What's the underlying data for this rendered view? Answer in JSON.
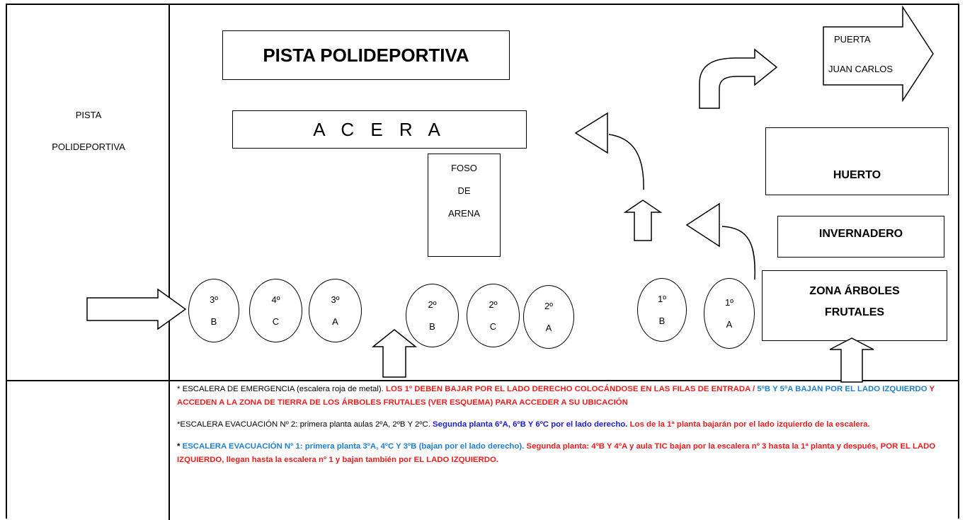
{
  "left_label": {
    "line1": "PISTA",
    "line2": "POLIDEPORTIVA"
  },
  "title_box": "PISTA POLIDEPORTIVA",
  "acera_box": "A C E R A",
  "foso_box": {
    "line1": "FOSO",
    "line2": "DE",
    "line3": "ARENA"
  },
  "puerta": {
    "line1": "PUERTA",
    "line2": "JUAN CARLOS"
  },
  "huerto_box": "HUERTO",
  "invernadero_box": "INVERNADERO",
  "zona_box": {
    "line1": "ZONA ÁRBOLES",
    "line2": "FRUTALES"
  },
  "groups": [
    {
      "top": "3º",
      "bottom": "B"
    },
    {
      "top": "4º",
      "bottom": "C"
    },
    {
      "top": "3º",
      "bottom": "A"
    },
    {
      "top": "2º",
      "bottom": "B"
    },
    {
      "top": "2º",
      "bottom": "C"
    },
    {
      "top": "2º",
      "bottom": "A"
    },
    {
      "top": "1º",
      "bottom": "B"
    },
    {
      "top": "1º",
      "bottom": "A"
    }
  ],
  "legend": {
    "p1": {
      "a": "* ESCALERA DE EMERGENCIA (escalera roja de metal).",
      "b": " LOS 1º DEBEN BAJAR POR EL LADO DERECHO COLOCÁNDOSE EN LAS FILAS DE ENTRADA / ",
      "c": "5ºB Y 5ºA  BAJAN POR EL LADO IZQUIERDO ",
      "d": " Y ACCEDEN A LA ZONA DE TIERRA DE LOS ÁRBOLES FRUTALES (VER ESQUEMA) PARA ACCEDER A SU UBICACIÓN"
    },
    "p2": {
      "a": "*ESCALERA EVACUACIÓN Nº 2: primera planta aulas 2ºA, 2ºB Y 2ºC.",
      "b": " Segunda planta 6ºA, 6ºB Y 6ºC por el lado derecho.",
      "c": " Los de la 1ª planta bajarán por el lado izquierdo de la escalera."
    },
    "p3": {
      "a": "* ",
      "b": "ESCALERA EVACUACIÓN Nº 1: primera planta 3ºA, 4ºC Y 3ºB (bajan por el lado derecho).",
      "c": "    Segunda planta: 4ºB Y 4ºA y aula TIC bajan por la escalera nº 3 hasta la 1ª planta y después, POR EL LADO IZQUIERDO, llegan hasta la escalera nº 1 y bajan también por EL LADO IZQUIERDO."
    }
  }
}
